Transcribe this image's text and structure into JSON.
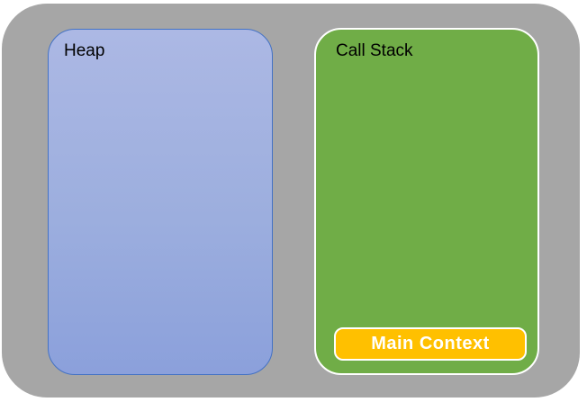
{
  "regions": {
    "heap": {
      "label": "Heap"
    },
    "call_stack": {
      "label": "Call Stack",
      "frames": [
        {
          "label": "Main Context"
        }
      ]
    }
  },
  "colors": {
    "canvas_background": "#ffffff",
    "container_fill": "#a6a6a6",
    "heap_fill_top": "#acb8e4",
    "heap_fill_bottom": "#8ba0db",
    "heap_border": "#4472c4",
    "call_stack_fill": "#70ad47",
    "frame_fill": "#ffc000",
    "white_border": "#ffffff",
    "region_label_color": "#000000",
    "frame_label_color": "#ffffff"
  }
}
